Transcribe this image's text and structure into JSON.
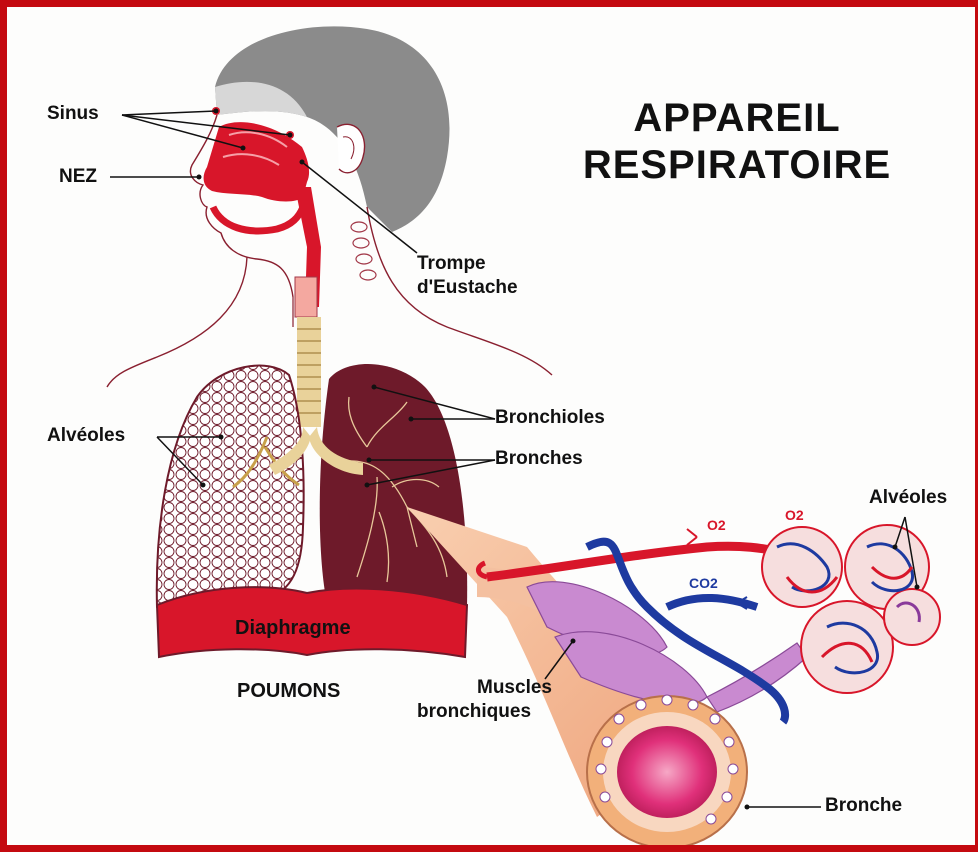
{
  "title": {
    "line1": "APPAREIL",
    "line2": "RESPIRATOIRE"
  },
  "labels": {
    "sinus": "Sinus",
    "nez": "NEZ",
    "trompe_1": "Trompe",
    "trompe_2": "d'Eustache",
    "alveoles_left": "Alvéoles",
    "bronchioles": "Bronchioles",
    "bronches": "Bronches",
    "diaphragme": "Diaphragme",
    "poumons": "POUMONS",
    "alveoles_right": "Alvéoles",
    "muscles_1": "Muscles",
    "muscles_2": "bronchiques",
    "bronche": "Bronche",
    "o2_a": "O2",
    "o2_b": "O2",
    "co2": "CO2"
  },
  "colors": {
    "frame": "#c40a10",
    "airway": "#d8162a",
    "lung_right": "#6e1a2a",
    "lung_left": "#f4eeee",
    "head": "#8b8b8b",
    "oxygen_vessel": "#d8162a",
    "co2_vessel": "#1e3aa0",
    "muscle": "#c98ad0",
    "bronchus_wall": "#f2b07a",
    "lumen": "#e0307a"
  }
}
